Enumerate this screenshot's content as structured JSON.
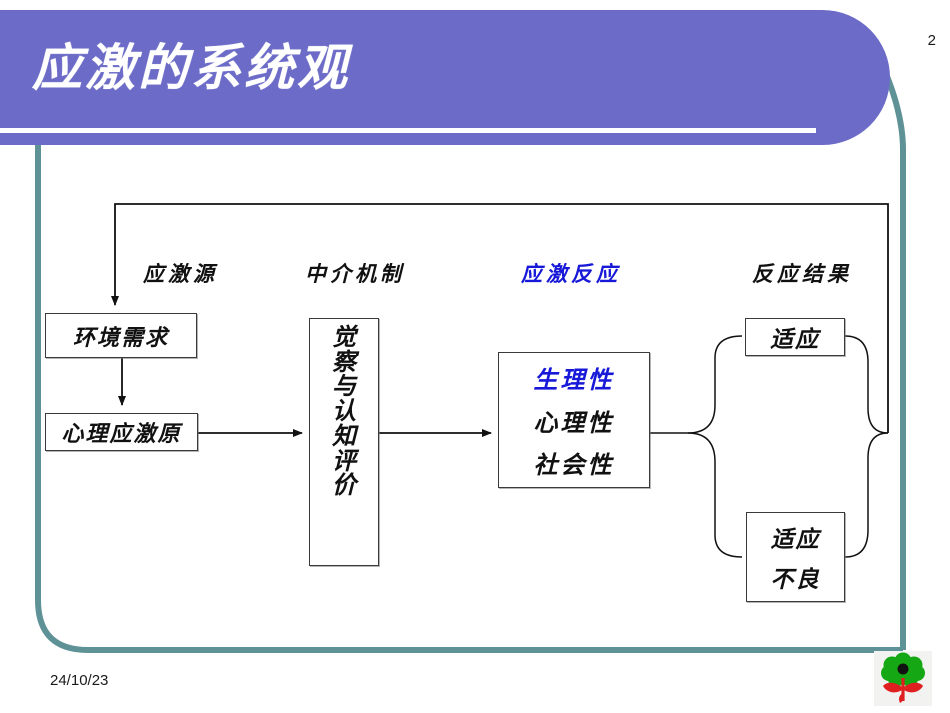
{
  "slide": {
    "title": "应激的系统观",
    "page_number": "2",
    "date": "24/10/23",
    "logo_name": "flower-logo"
  },
  "colors": {
    "header_purple": "#6c6cc8",
    "frame_teal": "#5f9296",
    "accent_blue": "#1818d8",
    "box_border": "#3a3a3a",
    "text_black": "#111111",
    "logo_petal_green": "#16a814",
    "logo_center_black": "#111111",
    "logo_stem_red": "#e02020"
  },
  "diagram": {
    "column_headers": [
      {
        "label": "应激源",
        "color": "#111111"
      },
      {
        "label": "中介机制",
        "color": "#111111"
      },
      {
        "label": "应激反应",
        "color": "#1818d8"
      },
      {
        "label": "反应结果",
        "color": "#111111"
      }
    ],
    "nodes": {
      "environmental_demand": "环境需求",
      "psychological_stressor": "心理应激原",
      "appraisal_chars": [
        "觉",
        "察",
        "与",
        "认",
        "知",
        "评",
        "价"
      ],
      "response_lines": [
        {
          "label": "生理性",
          "color": "#1818d8"
        },
        {
          "label": "心理性",
          "color": "#111111"
        },
        {
          "label": "社会性",
          "color": "#111111"
        }
      ],
      "outcome_adapt": "适应",
      "outcome_maladapt_lines": [
        "适应",
        "不良"
      ]
    }
  }
}
